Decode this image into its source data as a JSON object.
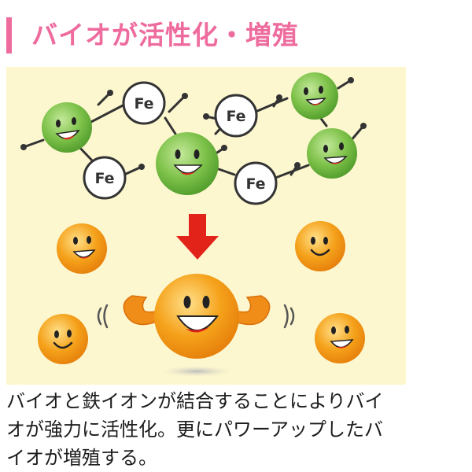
{
  "heading": {
    "text": "バイオが活性化・増殖"
  },
  "illustration": {
    "iron_ion_label": "Fe",
    "colors": {
      "accent": "#ee6b9e",
      "panel": "#fdf7cf",
      "bio_green": "#7ec24a",
      "bio_orange": "#f5a21b",
      "arrow_red": "#e2231a"
    }
  },
  "caption": {
    "line1": "バイオと鉄イオンが結合することによりバイ",
    "line2": "オが強力に活性化。更にパワーアップしたバ",
    "line3": "イオが増殖する。"
  }
}
